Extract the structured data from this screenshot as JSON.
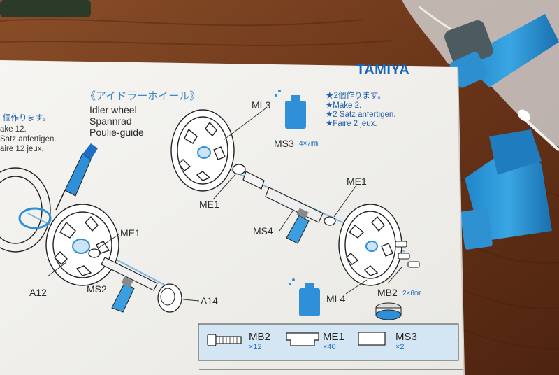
{
  "brand": "TAMIYA",
  "section": {
    "title_jp": "《アイドラーホイール》",
    "title_en": "Idler wheel",
    "title_de": "Spannrad",
    "title_fr": "Poulie-guide"
  },
  "left_notes": {
    "jp": "個作ります。",
    "en": "ake 12.",
    "de": "Satz anfertigen.",
    "fr": "aire 12 jeux."
  },
  "right_notes": {
    "jp": "★2個作ります。",
    "en": "★Make 2.",
    "de": "★2 Satz anfertigen.",
    "fr": "★Faire 2 jeux."
  },
  "part_labels": {
    "ml3": "ML3",
    "ms3": "MS3",
    "ms3_dim": "4×7㎜",
    "me1_left": "ME1",
    "me1_right": "ME1",
    "me1_lower": "ME1",
    "ms4": "MS4",
    "ml4": "ML4",
    "mb2": "MB2",
    "mb2_dim": "2×6㎜",
    "a12": "A12",
    "ms2": "MS2",
    "a14": "A14"
  },
  "legend": [
    {
      "name": "MB2",
      "qty": "×12",
      "icon": "screw-icon"
    },
    {
      "name": "ME1",
      "qty": "×40",
      "icon": "washer-icon"
    },
    {
      "name": "MS3",
      "qty": "×2",
      "icon": "bushing-icon"
    }
  ],
  "colors": {
    "wood": "#6b3a1e",
    "paper": "#f3f2ee",
    "accent_blue": "#2f8fd8",
    "brand_blue": "#1665b8"
  }
}
